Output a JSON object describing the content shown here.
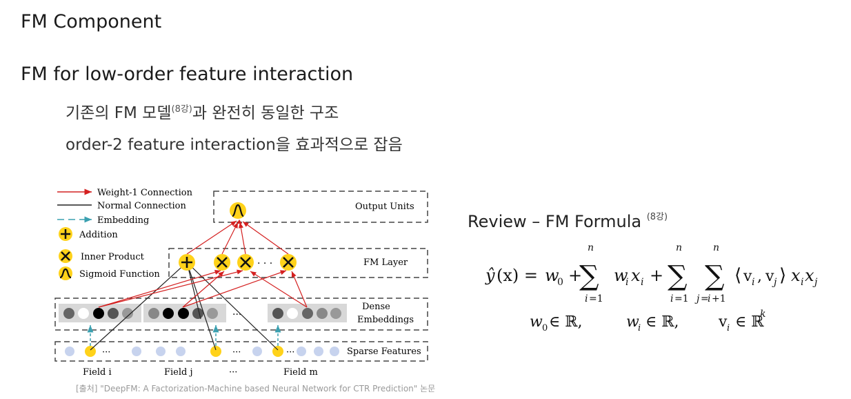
{
  "slide": {
    "title": "FM Component",
    "subtitle": "FM for low-order feature interaction",
    "bullets": [
      {
        "pre": "기존의 FM 모델",
        "sup": "(8강)",
        "post": "과 완전히 동일한 구조"
      },
      {
        "text": "order-2 feature interaction을 효과적으로 잡음"
      }
    ],
    "review": {
      "title": "Review – FM Formula",
      "sup": "(8강)"
    },
    "caption": "[출처] \"DeepFM: A Factorization-Machine based Neural Network for CTR Prediction\" 논문"
  },
  "diagram": {
    "legend": {
      "weight1": "Weight-1 Connection",
      "normal": "Normal Connection",
      "embedding": "Embedding",
      "addition": "Addition",
      "inner_product": "Inner Product",
      "sigmoid": "Sigmoid Function"
    },
    "layers": {
      "output": "Output Units",
      "fm": "FM Layer",
      "dense1": "Dense",
      "dense2": "Embeddings",
      "sparse": "Sparse Features"
    },
    "fields": {
      "i": "Field i",
      "j": "Field j",
      "m": "Field m",
      "dots": "···"
    },
    "dots": "· · ·",
    "colors": {
      "red": "#d42020",
      "teal": "#3aa0b0",
      "yellow": "#ffd21a",
      "sparse": "#c7d3ee"
    }
  }
}
